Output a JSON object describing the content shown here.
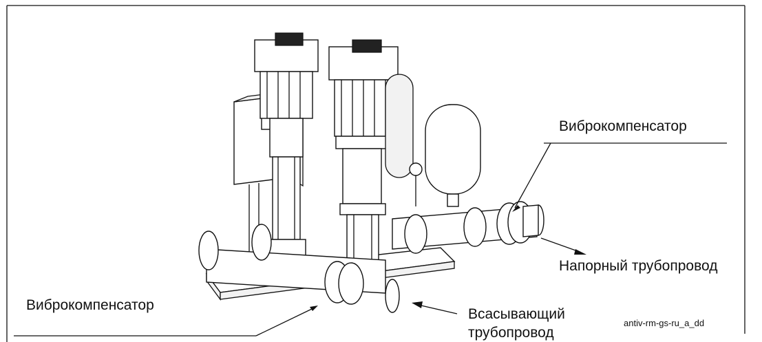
{
  "labels": {
    "compensator_top": "Виброкомпенсатор",
    "pressure_pipe": "Напорный трубопровод",
    "compensator_bottom": "Виброкомпенсатор",
    "suction_pipe_line1": "Всасывающий",
    "suction_pipe_line2": "трубопровод",
    "reference_code": "antiv-rm-gs-ru_a_dd"
  }
}
